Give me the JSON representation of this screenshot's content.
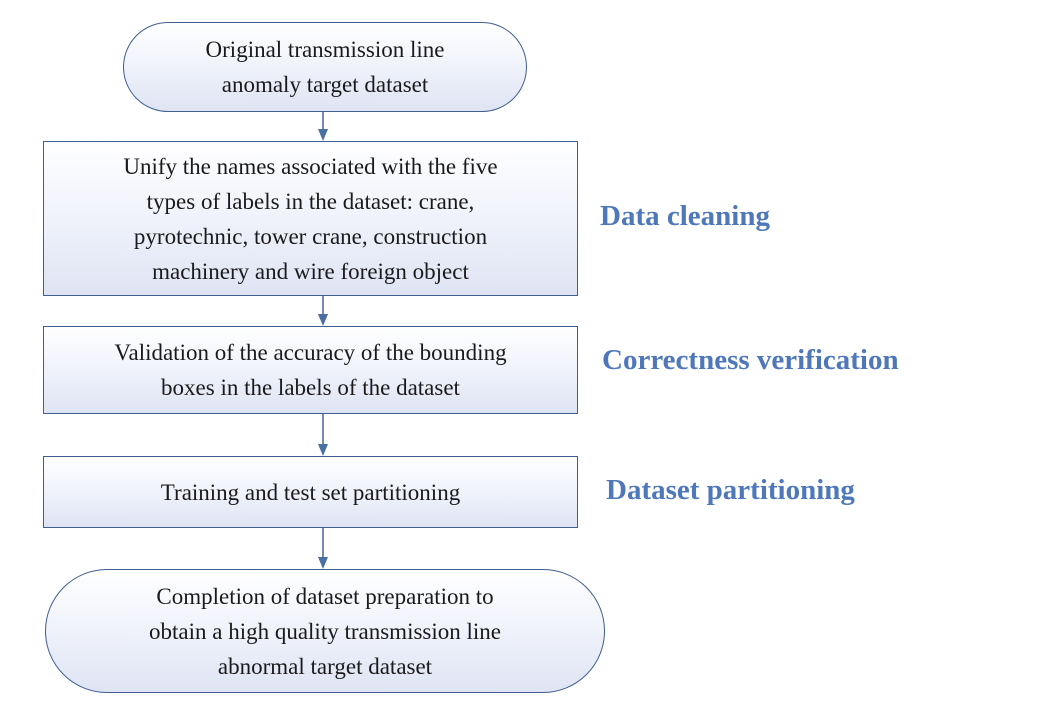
{
  "flowchart": {
    "start": {
      "lines": [
        "Original transmission line",
        "anomaly target dataset"
      ]
    },
    "steps": [
      {
        "lines": [
          "Unify the names associated with the five",
          "types of labels in the dataset: crane,",
          "pyrotechnic, tower crane, construction",
          "machinery and wire foreign object"
        ],
        "stage": "Data cleaning"
      },
      {
        "lines": [
          "Validation of the accuracy of the bounding",
          "boxes in the labels of the dataset"
        ],
        "stage": "Correctness verification"
      },
      {
        "lines": [
          "Training and test set partitioning"
        ],
        "stage": "Dataset partitioning"
      }
    ],
    "end": {
      "lines": [
        "Completion of dataset preparation to",
        "obtain a high quality transmission line",
        "abnormal target dataset"
      ]
    }
  },
  "colors": {
    "box_border": "#3f5f8f",
    "arrow": "#4a6fa5",
    "stage_label": "#4f78bb",
    "box_fill_bottom": "#dfe4f4"
  }
}
